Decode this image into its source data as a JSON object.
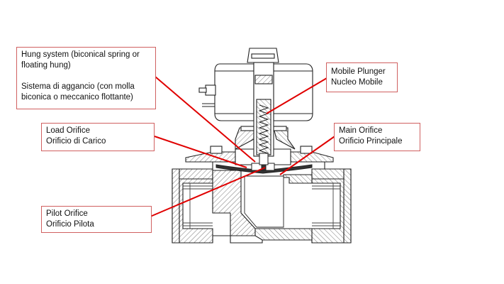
{
  "colors": {
    "leader_line": "#e00000",
    "callout_border": "#d06060",
    "outline": "#222222",
    "hatch": "#666666",
    "background": "#ffffff"
  },
  "callouts": {
    "hung_system": {
      "line1": "Hung system (biconical spring or",
      "line2": "floating hung)",
      "line3": "Sistema di aggancio (con molla",
      "line4": "biconica o meccanico flottante)"
    },
    "mobile_plunger": {
      "line1": "Mobile Plunger",
      "line2": "Nucleo Mobile"
    },
    "load_orifice": {
      "line1": "Load Orifice",
      "line2": "Orificio di Carico"
    },
    "main_orifice": {
      "line1": "Main Orifice",
      "line2": "Orificio Principale"
    },
    "pilot_orifice": {
      "line1": "Pilot Orifice",
      "line2": "Orificio Pilota"
    }
  }
}
